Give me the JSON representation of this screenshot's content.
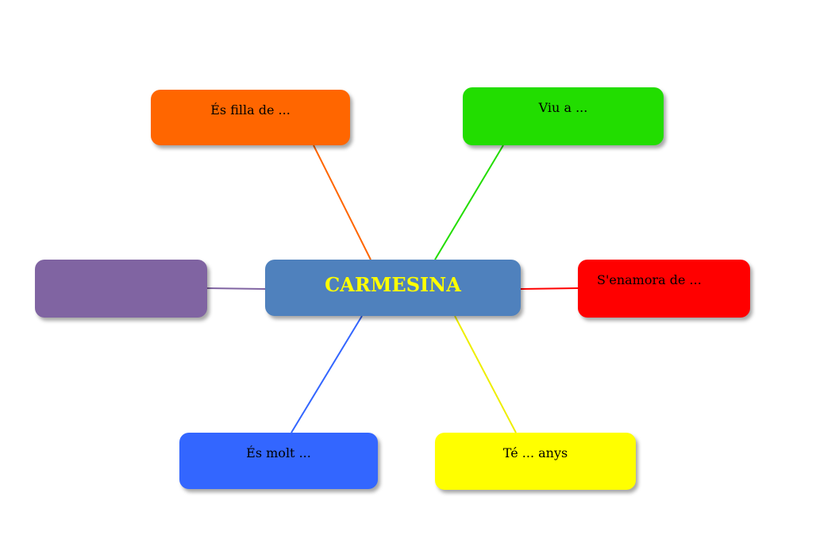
{
  "center": {
    "label": "CARMESINA",
    "color": "#4f81bd",
    "text_color": "#ffff00"
  },
  "branches": [
    {
      "id": "daughter",
      "label": "És filla de ...",
      "color": "#ff6600"
    },
    {
      "id": "lives",
      "label": "Viu a ...",
      "color": "#22dd00"
    },
    {
      "id": "blank",
      "label": "",
      "color": "#8064a2"
    },
    {
      "id": "love",
      "label": "S'enamora de ...",
      "color": "#ff0000"
    },
    {
      "id": "very",
      "label": "És molt ...",
      "color": "#3366ff"
    },
    {
      "id": "age",
      "label": "Té ... anys",
      "color": "#ffff00"
    }
  ]
}
